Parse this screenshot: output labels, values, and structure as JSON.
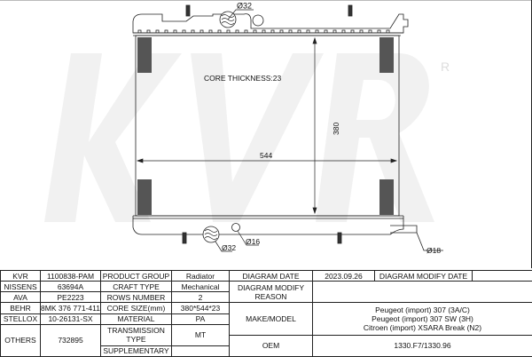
{
  "watermark": "KVR",
  "drawing": {
    "core_thickness": "CORE THICKNESS:23",
    "width_dim": "544",
    "height_dim": "380",
    "inlet_dia": "Ø32",
    "outlet_dia": "Ø32",
    "drain_dia": "Ø16",
    "pipe_dia": "Ø18"
  },
  "table": {
    "kvr_label": "KVR",
    "kvr_value": "1100838-PAM",
    "nissens_label": "NISSENS",
    "nissens_value": "63694A",
    "ava_label": "AVA",
    "ava_value": "PE2223",
    "behr_label": "BEHR",
    "behr_value": "8MK 376 771-411",
    "stellox_label": "STELLOX",
    "stellox_value": "10-26131-SX",
    "others_label": "OTHERS",
    "others_value": "732895",
    "product_group_label": "PRODUCT GROUP",
    "product_group_value": "Radiator",
    "craft_type_label": "CRAFT TYPE",
    "craft_type_value": "Mechanical",
    "rows_number_label": "ROWS NUMBER",
    "rows_number_value": "2",
    "core_size_label": "CORE SIZE(mm)",
    "core_size_value": "380*544*23",
    "material_label": "MATERIAL",
    "material_value": "PA",
    "transmission_label": "TRANSMISSION TYPE",
    "transmission_value": "MT",
    "supplementary_label": "SUPPLEMENTARY",
    "diagram_date_label": "DIAGRAM DATE",
    "diagram_date_value": "2023.09.26",
    "diagram_modify_date_label": "DIAGRAM MODIFY DATE",
    "diagram_modify_reason_label": "DIAGRAM MODIFY REASON",
    "make_model_label": "MAKE/MODEL",
    "make_models": [
      "Peugeot (import) 307 (3A/C)",
      "Peugeot (import) 307 SW (3H)",
      "Citroen (import) XSARA Break (N2)"
    ],
    "oem_label": "OEM",
    "oem_value": "1330.F7/1330.96"
  }
}
